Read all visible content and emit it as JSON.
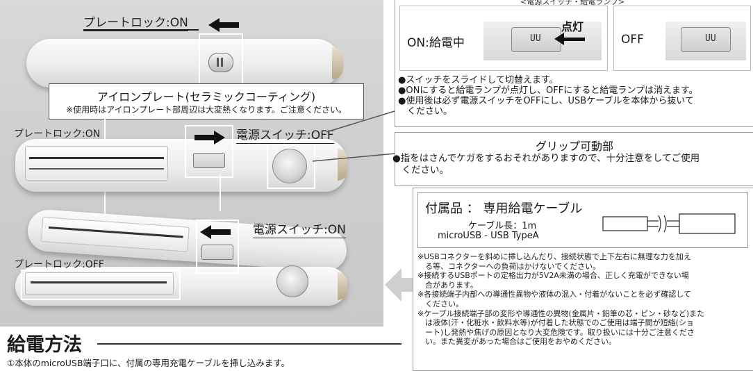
{
  "photo": {
    "lock_on_top": "プレートロック:ON",
    "iron_plate_title": "アイロンプレート(セラミックコーティング)",
    "iron_plate_note": "※使用時はアイロンプレート部周辺は大変熱くなります。ご注意ください。",
    "lock_on_mid": "プレートロック:ON",
    "power_off": "電源スイッチ:OFF",
    "power_on": "電源スイッチ:ON",
    "lock_off": "プレートロック:OFF",
    "switch_mark": "UU"
  },
  "power_panel": {
    "header": "<電源スイッチ・給電ランプ>",
    "on_label": "ON:給電中",
    "lamp_label": "点灯",
    "off_label": "OFF",
    "bullets": [
      "●スイッチをスライドして切替えます。",
      "●ONにすると給電ランプが点灯し、OFFにすると給電ランプは消えます。",
      "●使用後は必ず電源スイッチをOFFにし、USBケーブルを本体から抜いて",
      "　ください。"
    ]
  },
  "grip_panel": {
    "title": "グリップ可動部",
    "line1": "●指をはさんでケガをするおそれがありますので、十分注意をしてご使用",
    "line2": "　ください。"
  },
  "accessory_panel": {
    "title": "付属品 ： 専用給電ケーブル",
    "length": "ケーブル長：1m",
    "type": "microUSB - USB TypeA",
    "notes": [
      "※USBコネクターを斜めに挿し込んだり、接続状態で上下左右に無理な力を加え",
      "　る等、コネクターへの負荷はかけないでください。",
      "※接続するUSBポートの定格出力が5V2A未満の場合、正しく充電ができない場",
      "　合があります。",
      "※各接続端子内部への導通性異物や液体の混入・付着がないことを必ず確認して",
      "　ください。",
      "※ケーブル接続端子部の変形や導通性の異物(金属片・鉛筆の芯・ピン・砂など)また",
      "　は液体(汗・化粧水・飲料水等)が付着した状態でのご使用は端子間が短絡(ショ",
      "　ート)し発熱や焦げの原因となり大変危険です。取り扱いには十分ご注意くださ",
      "　い。また異変があった場合はご使用をおやめください。"
    ]
  },
  "section": {
    "title": "給電方法",
    "step1": "①本体のmicroUSB端子口に、付属の専用充電ケーブルを挿し込みます。"
  },
  "colors": {
    "text": "#1a1a1a",
    "panel_border": "#9a9a9a",
    "photo_bg": "#d0d0d0"
  }
}
